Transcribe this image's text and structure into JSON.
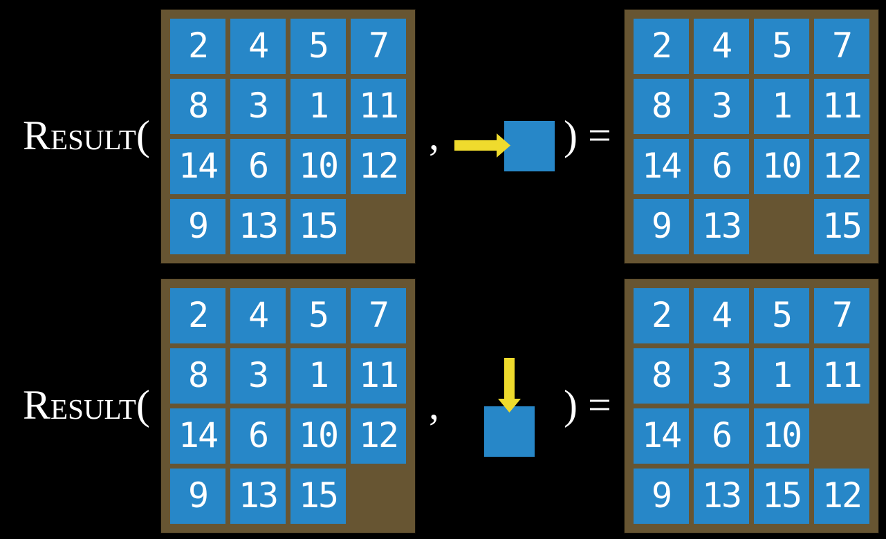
{
  "palette": {
    "background": "#000000",
    "frame_brown": "#675532",
    "tile_blue": "#2787c8",
    "tile_text": "#ffffff",
    "arrow_yellow": "#efdb2d",
    "formula_text": "#ffffff"
  },
  "formula": {
    "name_initial": "R",
    "name_rest": "ESULT",
    "open_paren": "(",
    "comma": ",",
    "close_paren_equals": ") ="
  },
  "icons": {
    "row1_move": "arrow-right-icon",
    "row2_move": "arrow-down-icon",
    "blank_square": "blank-tile-square"
  },
  "rows": [
    {
      "move": "right",
      "input": [
        [
          2,
          4,
          5,
          7
        ],
        [
          8,
          3,
          1,
          11
        ],
        [
          14,
          6,
          10,
          12
        ],
        [
          9,
          13,
          15,
          null
        ]
      ],
      "output": [
        [
          2,
          4,
          5,
          7
        ],
        [
          8,
          3,
          1,
          11
        ],
        [
          14,
          6,
          10,
          12
        ],
        [
          9,
          13,
          null,
          15
        ]
      ]
    },
    {
      "move": "down",
      "input": [
        [
          2,
          4,
          5,
          7
        ],
        [
          8,
          3,
          1,
          11
        ],
        [
          14,
          6,
          10,
          12
        ],
        [
          9,
          13,
          15,
          null
        ]
      ],
      "output": [
        [
          2,
          4,
          5,
          7
        ],
        [
          8,
          3,
          1,
          11
        ],
        [
          14,
          6,
          10,
          null
        ],
        [
          9,
          13,
          15,
          12
        ]
      ]
    }
  ]
}
